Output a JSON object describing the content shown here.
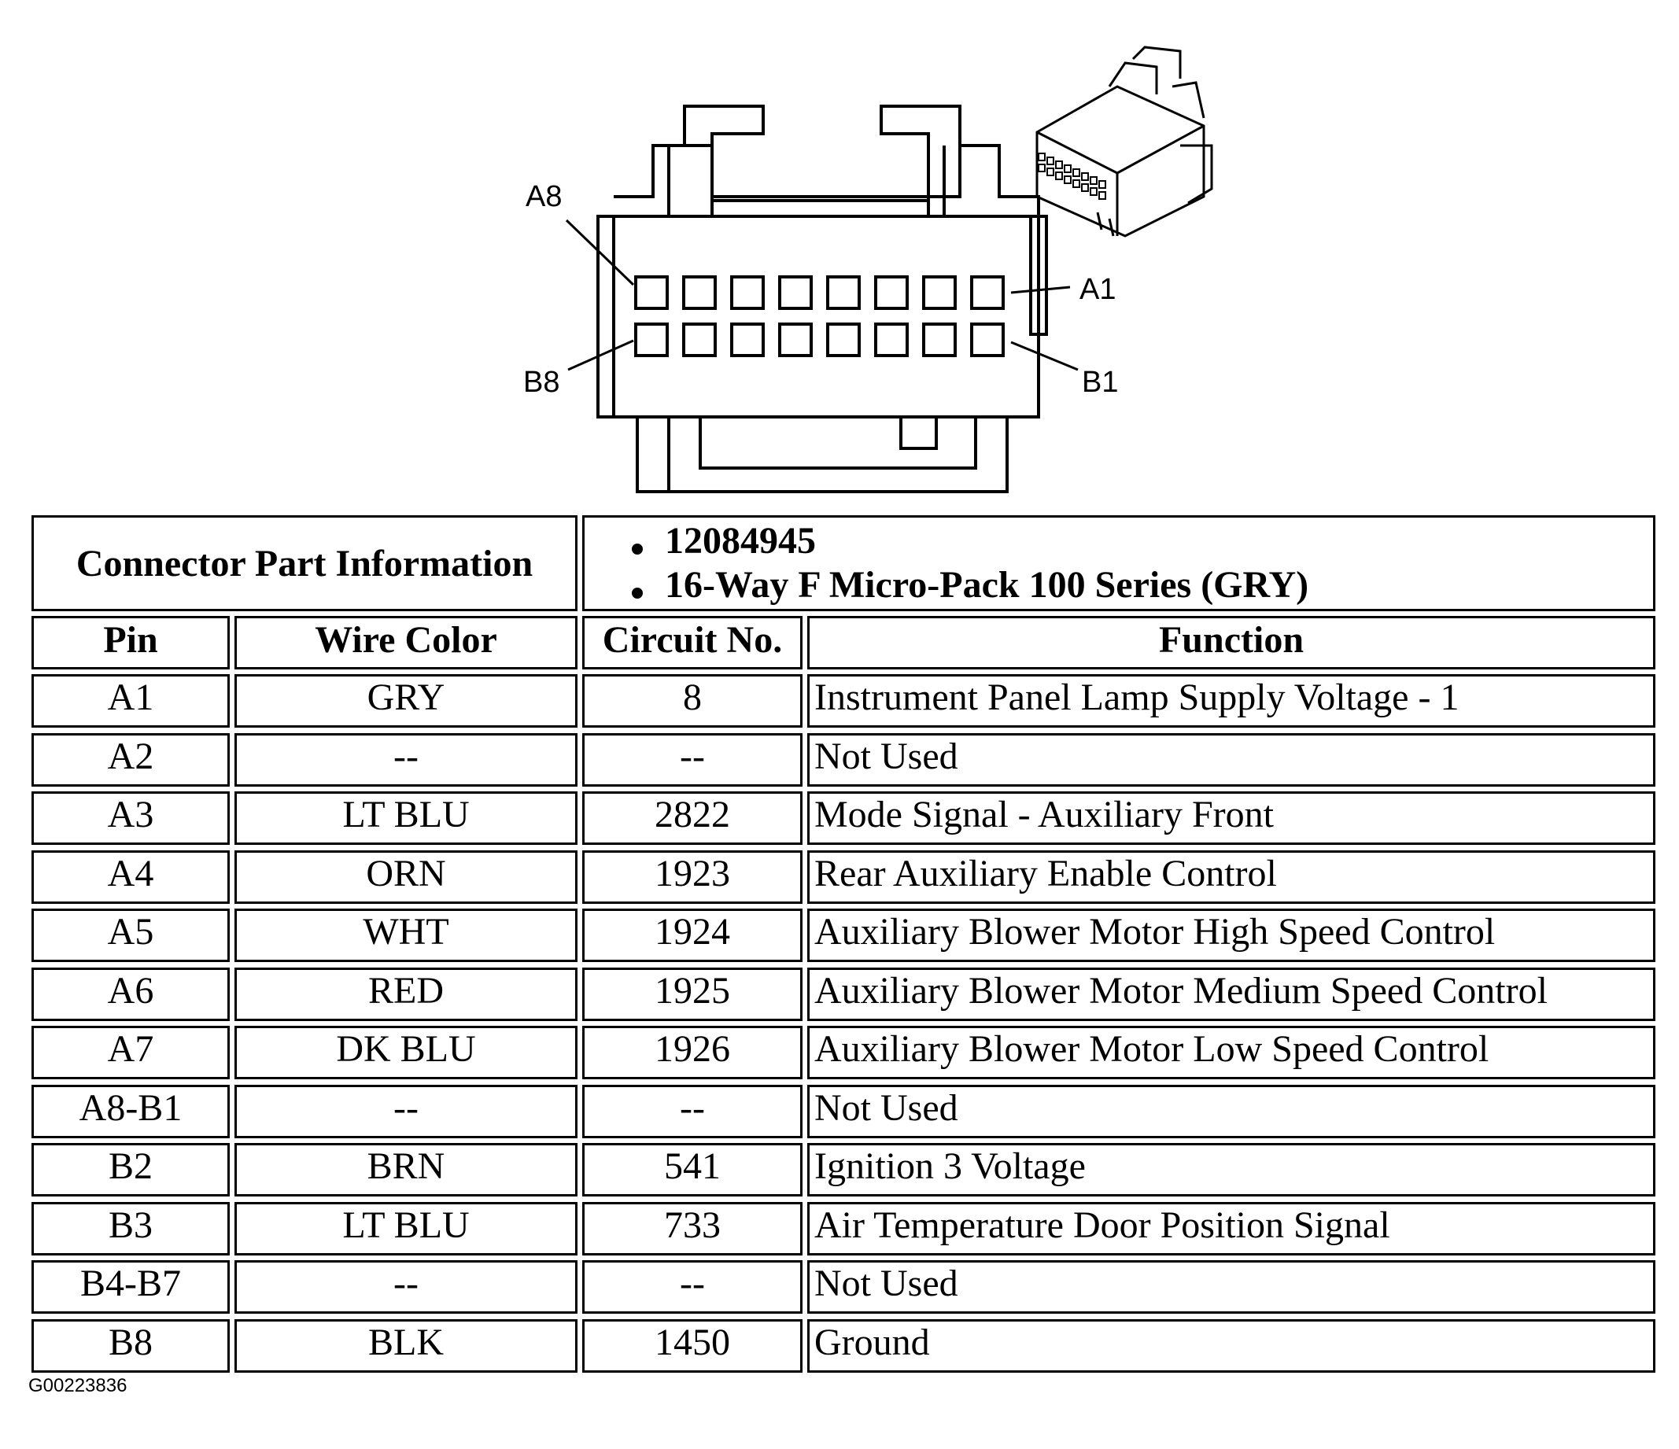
{
  "connector_pins": {
    "a8": "A8",
    "a1": "A1",
    "b8": "B8",
    "b1": "B1"
  },
  "part_info": {
    "label": "Connector Part Information",
    "values": [
      "12084945",
      "16-Way F Micro-Pack 100 Series (GRY)"
    ]
  },
  "table": {
    "headers": [
      "Pin",
      "Wire Color",
      "Circuit No.",
      "Function"
    ],
    "rows": [
      [
        "A1",
        "GRY",
        "8",
        "Instrument Panel Lamp Supply Voltage - 1"
      ],
      [
        "A2",
        "--",
        "--",
        "Not Used"
      ],
      [
        "A3",
        "LT BLU",
        "2822",
        "Mode Signal - Auxiliary Front"
      ],
      [
        "A4",
        "ORN",
        "1923",
        "Rear Auxiliary Enable Control"
      ],
      [
        "A5",
        "WHT",
        "1924",
        "Auxiliary Blower Motor High Speed Control"
      ],
      [
        "A6",
        "RED",
        "1925",
        "Auxiliary Blower Motor Medium Speed Control"
      ],
      [
        "A7",
        "DK BLU",
        "1926",
        "Auxiliary Blower Motor Low Speed Control"
      ],
      [
        "A8-B1",
        "--",
        "--",
        "Not Used"
      ],
      [
        "B2",
        "BRN",
        "541",
        "Ignition 3 Voltage"
      ],
      [
        "B3",
        "LT BLU",
        "733",
        "Air Temperature Door Position Signal"
      ],
      [
        "B4-B7",
        "--",
        "--",
        "Not Used"
      ],
      [
        "B8",
        "BLK",
        "1450",
        "Ground"
      ]
    ]
  },
  "figure_id": "G00223836"
}
